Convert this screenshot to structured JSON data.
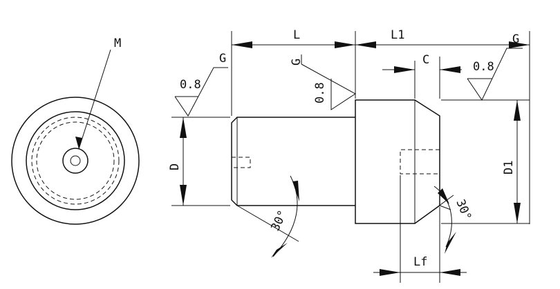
{
  "labels": {
    "thread": "M",
    "length": "L",
    "head_length": "L1",
    "chamfer": "C",
    "diameter": "D",
    "head_diameter": "D1",
    "thread_depth": "Lf",
    "angle": "30°"
  },
  "surface_finish": {
    "symbol": "G",
    "roughness": "0.8"
  }
}
